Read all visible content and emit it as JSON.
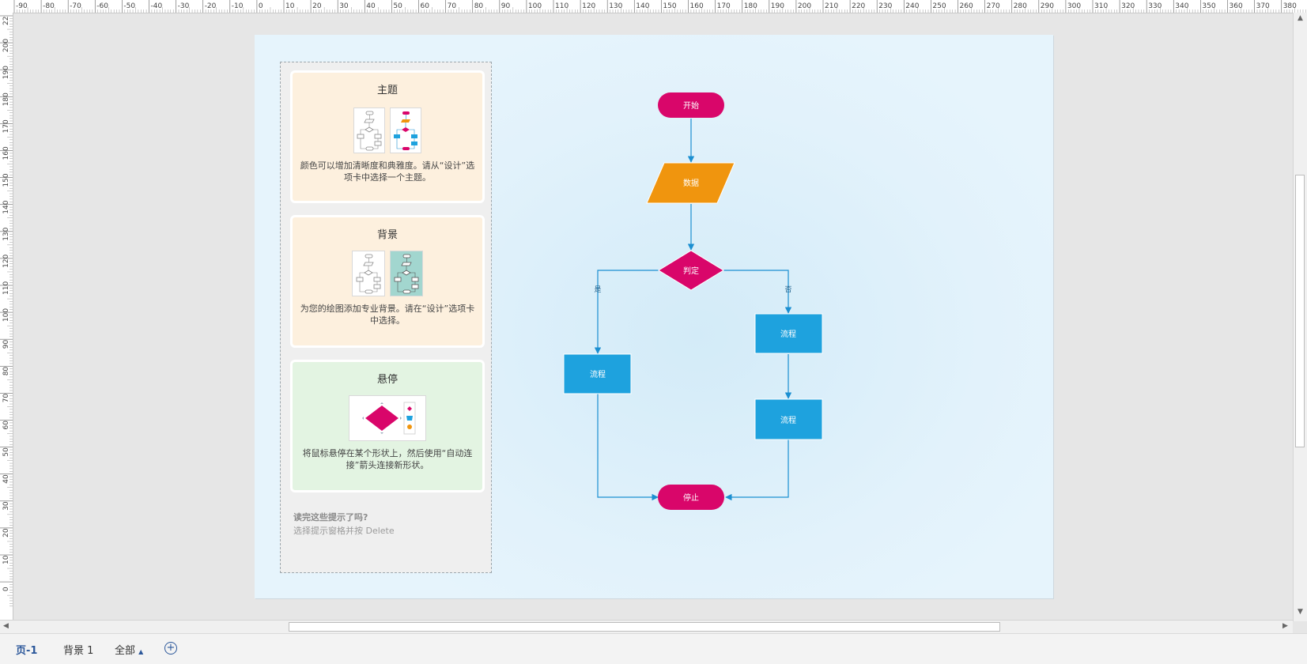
{
  "ruler": {
    "h_labels": [
      "-90",
      "-80",
      "-70",
      "-60",
      "-50",
      "-40",
      "-30",
      "-20",
      "-10",
      "0",
      "10",
      "20",
      "30",
      "40",
      "50",
      "60",
      "70",
      "80",
      "90",
      "100",
      "110",
      "120",
      "130",
      "140",
      "150",
      "160",
      "170",
      "180",
      "190",
      "200",
      "210",
      "220",
      "230",
      "240",
      "250",
      "260",
      "270",
      "280",
      "290",
      "300",
      "310",
      "320",
      "330",
      "340",
      "350",
      "360",
      "370",
      "380"
    ],
    "v_labels": [
      "22",
      "200",
      "190",
      "180",
      "170",
      "160",
      "150",
      "140",
      "130",
      "120",
      "110",
      "100",
      "90",
      "80",
      "70",
      "60",
      "50",
      "40",
      "30",
      "20",
      "10",
      "0"
    ]
  },
  "tips": {
    "theme": {
      "title": "主题",
      "text": "颜色可以增加清晰度和典雅度。请从“设计”选项卡中选择一个主题。"
    },
    "background": {
      "title": "背景",
      "text": "为您的绘图添加专业背景。请在“设计”选项卡中选择。"
    },
    "hover": {
      "title": "悬停",
      "text": "将鼠标悬停在某个形状上，然后使用“自动连接”箭头连接新形状。"
    },
    "done_title": "读完这些提示了吗?",
    "done_text": "选择提示窗格并按 Delete"
  },
  "flowchart": {
    "start": "开始",
    "data": "数据",
    "decision": "判定",
    "yes": "是",
    "no": "否",
    "process_left": "流程",
    "process_right_1": "流程",
    "process_right_2": "流程",
    "stop": "停止",
    "colors": {
      "terminal": "#d9066a",
      "data": "#f0950e",
      "process": "#1ea2de",
      "connector": "#1b8fd1"
    }
  },
  "tabs": {
    "page1": "页-1",
    "background1": "背景 1",
    "all": "全部",
    "all_caret": "▲",
    "add": "+"
  }
}
